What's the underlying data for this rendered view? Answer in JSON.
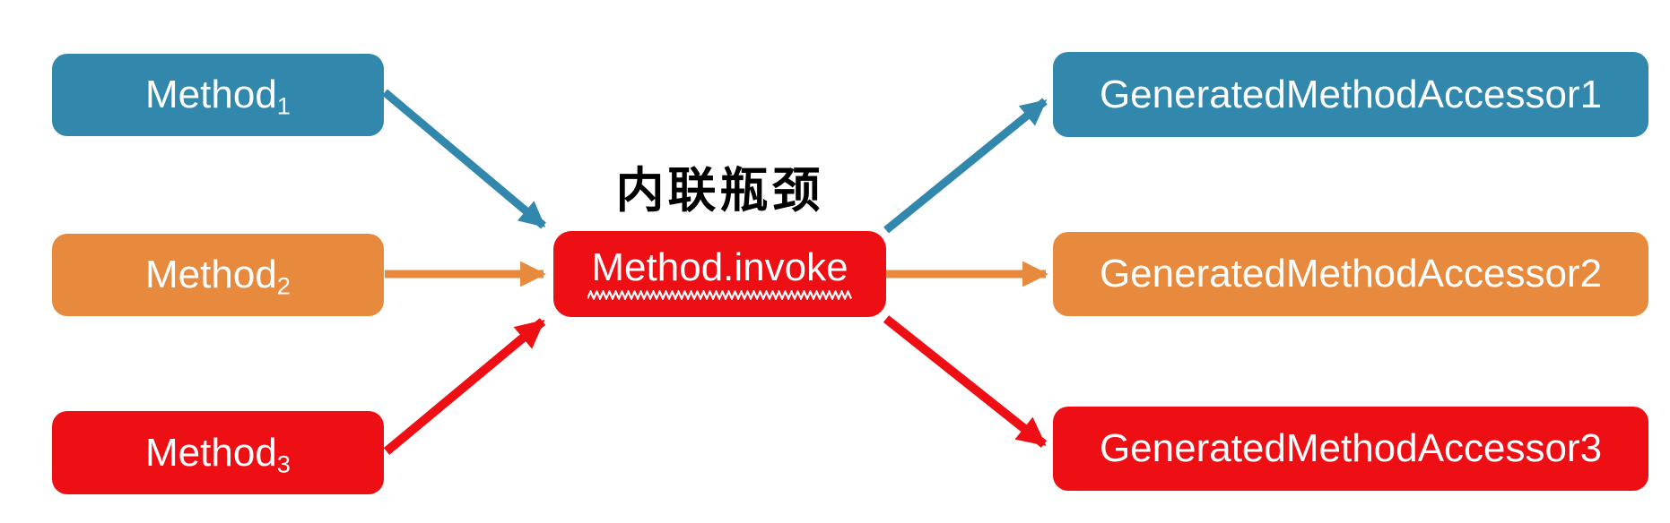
{
  "title": "内联瓶颈",
  "colors": {
    "blue": "#3187AC",
    "orange": "#E78A3D",
    "red": "#EE0F14",
    "text_on_box": "#FFFFFF",
    "title_text": "#000000"
  },
  "left_boxes": [
    {
      "label": "Method",
      "subscript": "1",
      "color": "blue"
    },
    {
      "label": "Method",
      "subscript": "2",
      "color": "orange"
    },
    {
      "label": "Method",
      "subscript": "3",
      "color": "red"
    }
  ],
  "center_box": {
    "label": "Method.invoke",
    "color": "red",
    "underline_style": "white-zigzag"
  },
  "right_boxes": [
    {
      "label": "GeneratedMethodAccessor1",
      "color": "blue"
    },
    {
      "label": "GeneratedMethodAccessor2",
      "color": "orange"
    },
    {
      "label": "GeneratedMethodAccessor3",
      "color": "red"
    }
  ],
  "arrows": [
    {
      "name": "method1-to-invoke",
      "color": "blue"
    },
    {
      "name": "method2-to-invoke",
      "color": "orange"
    },
    {
      "name": "method3-to-invoke",
      "color": "red"
    },
    {
      "name": "invoke-to-accessor1",
      "color": "blue"
    },
    {
      "name": "invoke-to-accessor2",
      "color": "orange"
    },
    {
      "name": "invoke-to-accessor3",
      "color": "red"
    }
  ]
}
